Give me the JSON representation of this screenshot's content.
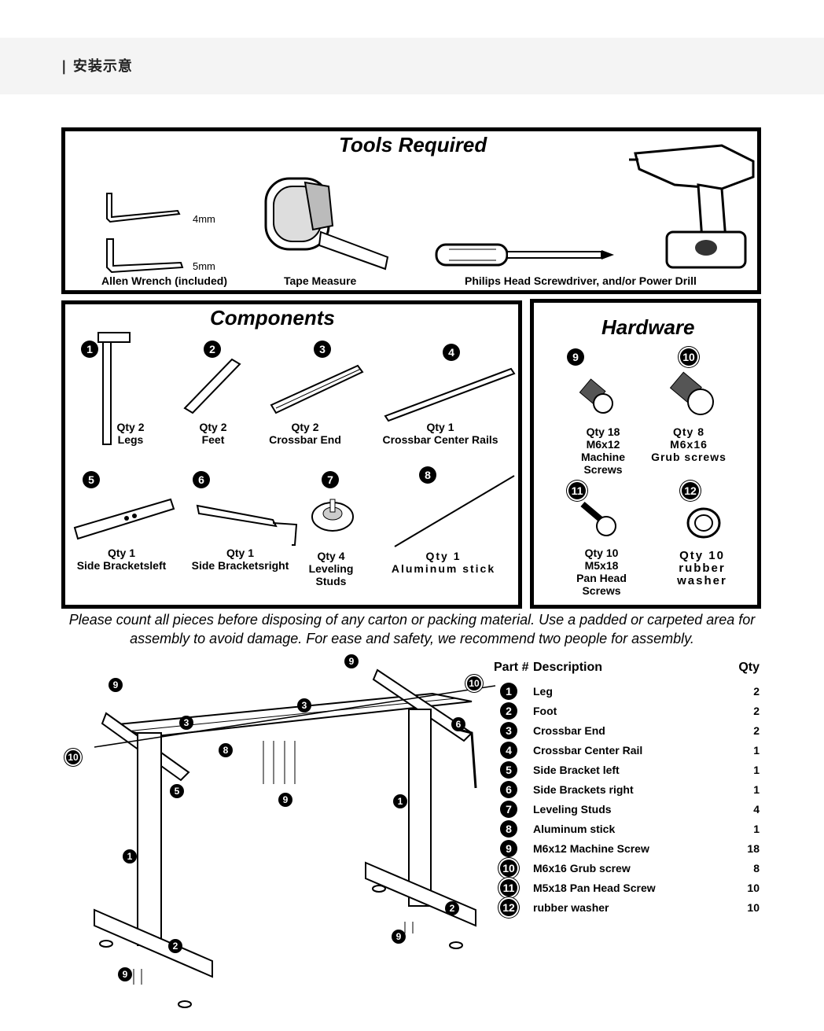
{
  "header": {
    "title": "| 安装示意"
  },
  "tools": {
    "title": "Tools Required",
    "allen_4": "4mm",
    "allen_5": "5mm",
    "allen_label": "Allen Wrench (included)",
    "tape_label": "Tape Measure",
    "driver_label": "Philips Head Screwdriver, and/or Power Drill"
  },
  "components": {
    "title": "Components",
    "items": [
      {
        "num": "1",
        "qty": "Qty 2",
        "name": "Legs"
      },
      {
        "num": "2",
        "qty": "Qty 2",
        "name": "Feet"
      },
      {
        "num": "3",
        "qty": "Qty 2",
        "name": "Crossbar End"
      },
      {
        "num": "4",
        "qty": "Qty 1",
        "name": "Crossbar Center Rails"
      },
      {
        "num": "5",
        "qty": "Qty 1",
        "name": "Side Bracketsleft"
      },
      {
        "num": "6",
        "qty": "Qty 1",
        "name": "Side Bracketsright"
      },
      {
        "num": "7",
        "qty": "Qty 4",
        "name": "Leveling Studs"
      },
      {
        "num": "8",
        "qty": "Qty 1",
        "name": "Aluminum stick"
      }
    ]
  },
  "hardware": {
    "title": "Hardware",
    "items": [
      {
        "num": "9",
        "qty": "Qty 18",
        "name1": "M6x12",
        "name2": "Machine Screws"
      },
      {
        "num": "10",
        "qty": "Qty 8",
        "name1": "M6x16",
        "name2": "Grub screws"
      },
      {
        "num": "11",
        "qty": "Qty 10",
        "name1": "M5x18",
        "name2": "Pan Head Screws"
      },
      {
        "num": "12",
        "qty": "Qty 10",
        "name1": "rubber",
        "name2": "washer"
      }
    ]
  },
  "note": "Please count all pieces before disposing of any carton or packing material. Use a padded or carpeted area for assembly to avoid damage. For ease and safety, we recommend two people for assembly.",
  "parts_table": {
    "col_part": "Part #",
    "col_desc": "Description",
    "col_qty": "Qty",
    "rows": [
      {
        "num": "1",
        "desc": "Leg",
        "qty": "2"
      },
      {
        "num": "2",
        "desc": "Foot",
        "qty": "2"
      },
      {
        "num": "3",
        "desc": "Crossbar End",
        "qty": "2"
      },
      {
        "num": "4",
        "desc": "Crossbar Center Rail",
        "qty": "1"
      },
      {
        "num": "5",
        "desc": "Side Bracket left",
        "qty": "1"
      },
      {
        "num": "6",
        "desc": "Side Brackets right",
        "qty": "1"
      },
      {
        "num": "7",
        "desc": "Leveling Studs",
        "qty": "4"
      },
      {
        "num": "8",
        "desc": "Aluminum stick",
        "qty": "1"
      },
      {
        "num": "9",
        "desc": "M6x12 Machine Screw",
        "qty": "18"
      },
      {
        "num": "10",
        "desc": "M6x16 Grub screw",
        "qty": "8"
      },
      {
        "num": "11",
        "desc": "M5x18 Pan Head Screw",
        "qty": "10"
      },
      {
        "num": "12",
        "desc": "rubber washer",
        "qty": "10"
      }
    ]
  },
  "diagram_callouts": [
    "9",
    "3",
    "8",
    "10",
    "5",
    "1",
    "2",
    "9",
    "3",
    "9",
    "10",
    "6",
    "1",
    "9",
    "2",
    "9"
  ]
}
